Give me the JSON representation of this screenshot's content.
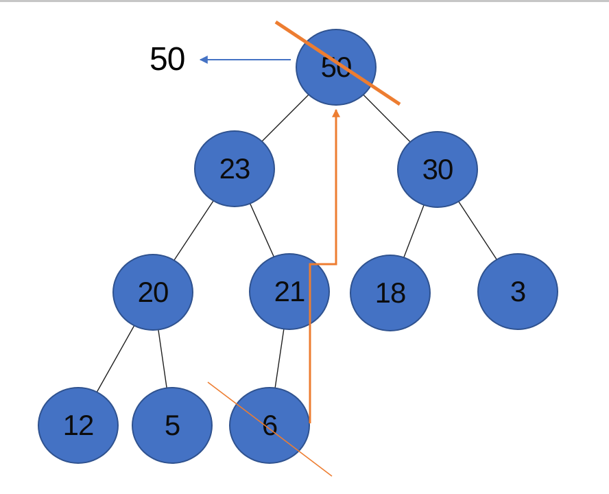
{
  "page": {
    "background_color": "#ffffff",
    "top_border_color": "#c6c6c6"
  },
  "colors": {
    "node_fill": "#4472c4",
    "node_border": "#2f528f",
    "tree_edge": "#1f1f1f",
    "annotation_orange": "#ed7d31",
    "arrow_blue": "#4472c4",
    "text": "#000000"
  },
  "heap": {
    "nodes": [
      {
        "value": "50",
        "row": 0,
        "struck_out": true
      },
      {
        "value": "23",
        "row": 1,
        "struck_out": false
      },
      {
        "value": "30",
        "row": 1,
        "struck_out": false
      },
      {
        "value": "20",
        "row": 2,
        "struck_out": false
      },
      {
        "value": "21",
        "row": 2,
        "struck_out": false
      },
      {
        "value": "18",
        "row": 2,
        "struck_out": false
      },
      {
        "value": "3",
        "row": 2,
        "struck_out": false
      },
      {
        "value": "12",
        "row": 3,
        "struck_out": false
      },
      {
        "value": "5",
        "row": 3,
        "struck_out": false
      },
      {
        "value": "6",
        "row": 3,
        "struck_out": true
      }
    ],
    "edges": [
      [
        "50",
        "23"
      ],
      [
        "50",
        "30"
      ],
      [
        "23",
        "20"
      ],
      [
        "23",
        "21"
      ],
      [
        "30",
        "18"
      ],
      [
        "30",
        "3"
      ],
      [
        "20",
        "12"
      ],
      [
        "20",
        "5"
      ],
      [
        "21",
        "6"
      ]
    ]
  },
  "annotations": {
    "extracted_value_label": "50",
    "extract_arrow": {
      "type": "straight-arrow-left",
      "from_node": "50",
      "color": "#4472c4"
    },
    "root_strikethrough": {
      "node": "50",
      "style": "thick-diagonal",
      "color": "#ed7d31"
    },
    "last_node_strikethrough": {
      "node": "6",
      "style": "thin-diagonal",
      "color": "#ed7d31"
    },
    "move_up_arrow": {
      "type": "elbow-arrow-up",
      "from_node": "6",
      "to_node": "50",
      "color": "#ed7d31"
    }
  }
}
